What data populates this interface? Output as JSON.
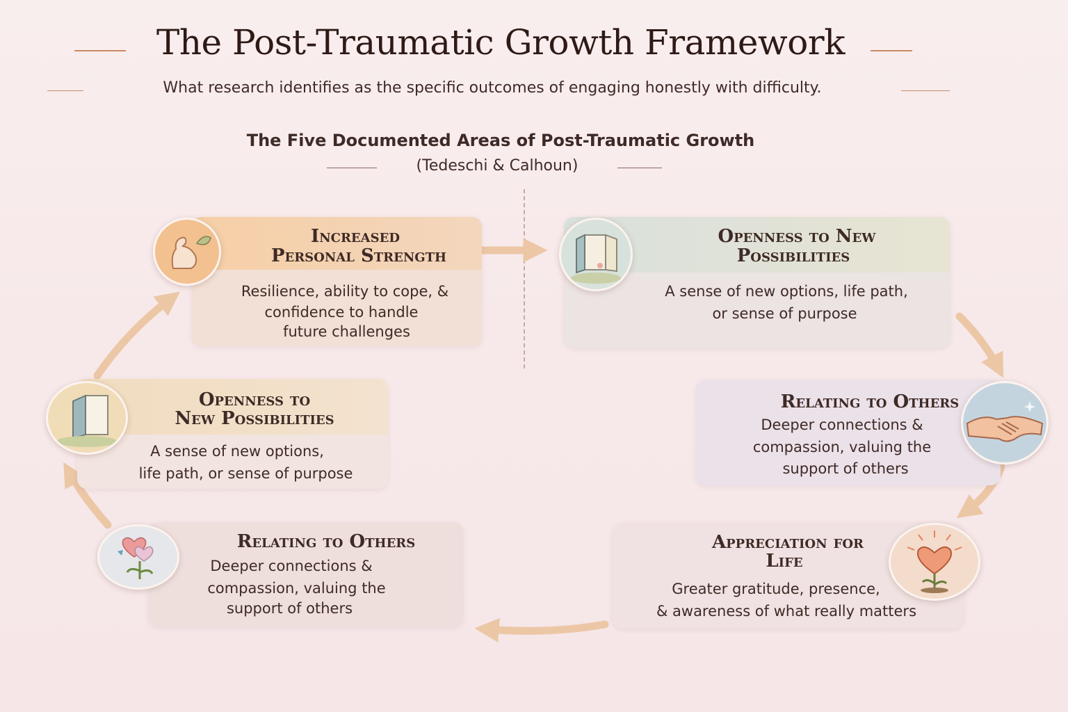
{
  "header": {
    "title": "The Post-Traumatic Growth Framework",
    "subtitle": "What research identifies as the specific outcomes of engaging honestly with difficulty."
  },
  "section": {
    "title": "The Five Documented Areas of Post-Traumatic Growth",
    "source": "(Tedeschi & Calhoun)"
  },
  "cards": [
    {
      "id": "strength",
      "title_lines": [
        "Increased",
        "Personal Strength"
      ],
      "desc_lines": [
        "Resilience, ability to cope, &",
        "confidence to handle",
        "future challenges"
      ],
      "icon": "flexed-arm-icon"
    },
    {
      "id": "openness-right",
      "title_lines": [
        "Openness to New",
        "Possibilities"
      ],
      "desc_lines": [
        "A sense of new options, life path,",
        "or sense of purpose"
      ],
      "icon": "open-door-icon"
    },
    {
      "id": "relating-right",
      "title_lines": [
        "Relating to Others"
      ],
      "desc_lines": [
        "Deeper connections &",
        "compassion, valuing the",
        "support of others"
      ],
      "icon": "handshake-icon"
    },
    {
      "id": "appreciation",
      "title_lines": [
        "Appreciation for",
        "Life"
      ],
      "desc_lines": [
        "Greater gratitude, presence,",
        "& awareness of what really matters"
      ],
      "icon": "heart-plant-icon"
    },
    {
      "id": "relating-left",
      "title_lines": [
        "Relating to Others"
      ],
      "desc_lines": [
        "Deeper connections &",
        "compassion, valuing the",
        "support of others"
      ],
      "icon": "hearts-sprout-icon"
    },
    {
      "id": "openness-left",
      "title_lines": [
        "Openness to",
        "New Possibilities"
      ],
      "desc_lines": [
        "A sense of new options,",
        "life path, or sense of purpose"
      ],
      "icon": "open-door-icon"
    }
  ],
  "colors": {
    "accent_line": "#c98a63",
    "arrow": "#ecc7a6",
    "text": "#3e2a26"
  }
}
